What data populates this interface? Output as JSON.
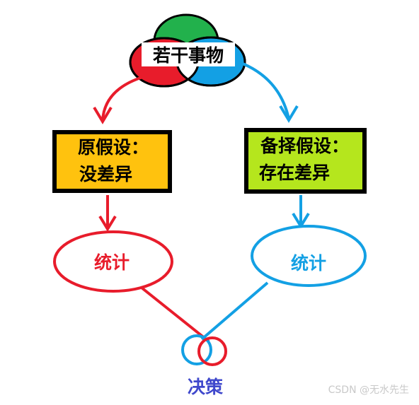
{
  "top": {
    "label": "若干事物"
  },
  "null_hypothesis": {
    "line1": "原假设：",
    "line2": "没差异"
  },
  "alt_hypothesis": {
    "line1": "备择假设：",
    "line2": "存在差异"
  },
  "stats_left": {
    "label": "统计"
  },
  "stats_right": {
    "label": "统计"
  },
  "decision": {
    "label": "决策"
  },
  "watermark": {
    "text": "CSDN @无水先生"
  },
  "colors": {
    "red": "#e81c2b",
    "blue": "#13a0e4",
    "green": "#22b14c",
    "gold": "#ffc20e",
    "lime": "#b5e61d",
    "decision_text": "#3f48cc"
  }
}
